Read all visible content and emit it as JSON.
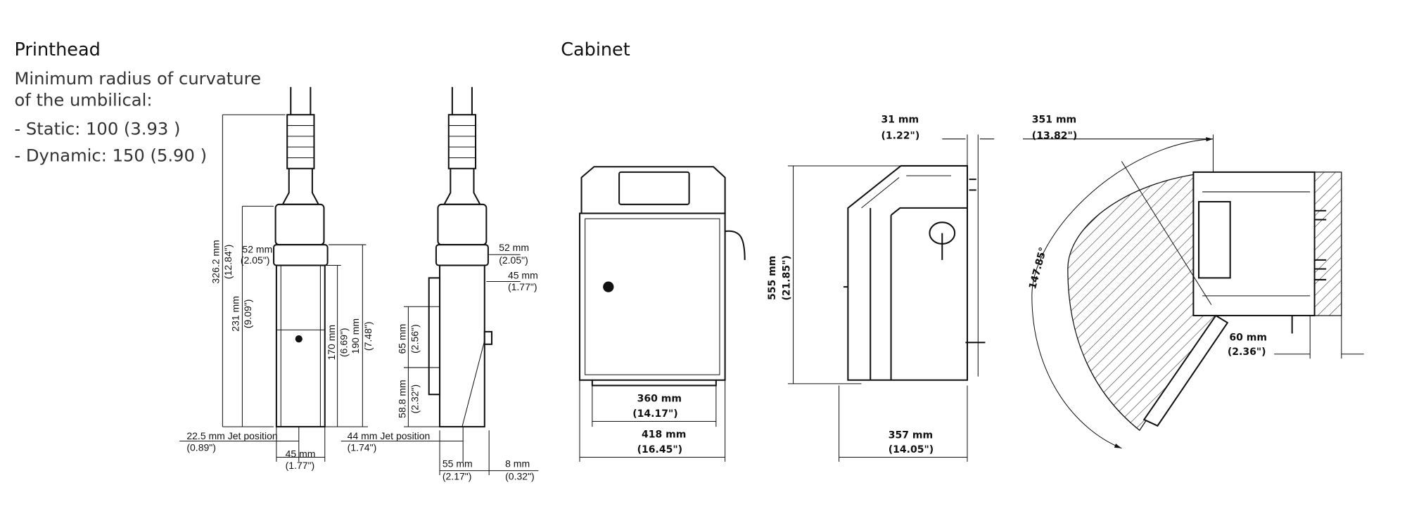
{
  "printhead": {
    "title": "Printhead",
    "curvature_line1": "Minimum radius of curvature",
    "curvature_line2": "of the umbilical:",
    "static": "- Static: 100 (3.93 )",
    "dynamic": "- Dynamic: 150 (5.90 )",
    "front": {
      "total_height_mm": "326.2 mm",
      "total_height_in": "(12.84\")",
      "body_height_mm": "231 mm",
      "body_height_in": "(9.09\")",
      "flange_width_mm": "52 mm",
      "flange_width_in": "(2.05\")",
      "h170_mm": "170 mm",
      "h170_in": "(6.69\")",
      "h190_mm": "190 mm",
      "h190_in": "(7.48\")",
      "jet_mm": "22.5 mm Jet position",
      "jet_in": "(0.89\")",
      "width_mm": "45 mm",
      "width_in": "(1.77\")"
    },
    "side": {
      "flange_width_mm": "52 mm",
      "flange_width_in": "(2.05\")",
      "width_mm": "45 mm",
      "width_in": "(1.77\")",
      "h65_mm": "65 mm",
      "h65_in": "(2.56\")",
      "h58_mm": "58.8 mm",
      "h58_in": "(2.32\")",
      "jet_mm": "44 mm Jet position",
      "jet_in": "(1.74\")",
      "w55_mm": "55 mm",
      "w55_in": "(2.17\")",
      "w8_mm": "8 mm",
      "w8_in": "(0.32\")"
    }
  },
  "cabinet": {
    "title": "Cabinet",
    "front": {
      "inner_mm": "360 mm",
      "inner_in": "(14.17\")",
      "outer_mm": "418 mm",
      "outer_in": "(16.45\")"
    },
    "side": {
      "height_mm": "555 mm",
      "height_in": "(21.85\")",
      "offset_mm": "31 mm",
      "offset_in": "(1.22\")",
      "depth_mm": "357 mm",
      "depth_in": "(14.05\")"
    },
    "top": {
      "door_mm": "351 mm",
      "door_in": "(13.82\")",
      "angle": "147.85°",
      "clear_mm": "60 mm",
      "clear_in": "(2.36\")"
    }
  }
}
